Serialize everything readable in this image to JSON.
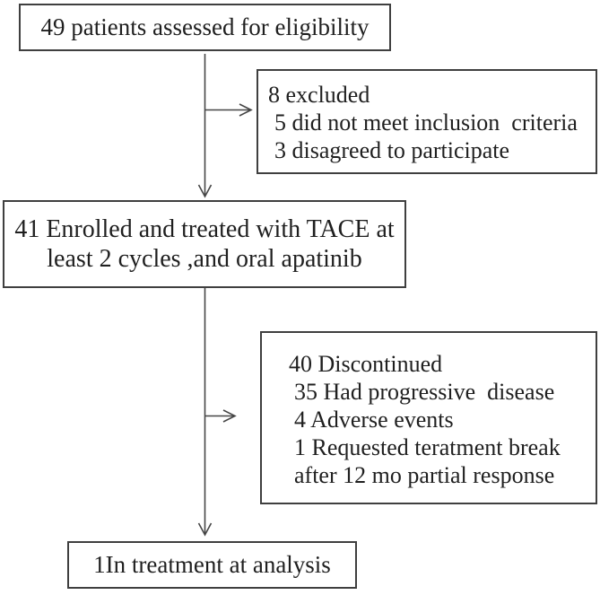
{
  "colors": {
    "ink": "#1f1f1f",
    "line": "#454545",
    "border": "#3f3f3f",
    "background": "#ffffff"
  },
  "flowchart": {
    "assessed_box": {
      "text": "49 patients assessed for eligibility"
    },
    "excluded_box": {
      "title": "8 excluded",
      "items": [
        "5 did not meet inclusion  criteria",
        "3 disagreed to participate"
      ]
    },
    "enrolled_box": {
      "line1": "41 Enrolled and treated with TACE at",
      "line2": "least 2 cycles ,and oral apatinib"
    },
    "discontinued_box": {
      "title": "40 Discontinued",
      "items": [
        "35 Had progressive  disease",
        "4 Adverse events",
        "1 Requested teratment break",
        "after 12 mo partial response"
      ]
    },
    "analysis_box": {
      "text": "1In treatment at analysis"
    }
  }
}
